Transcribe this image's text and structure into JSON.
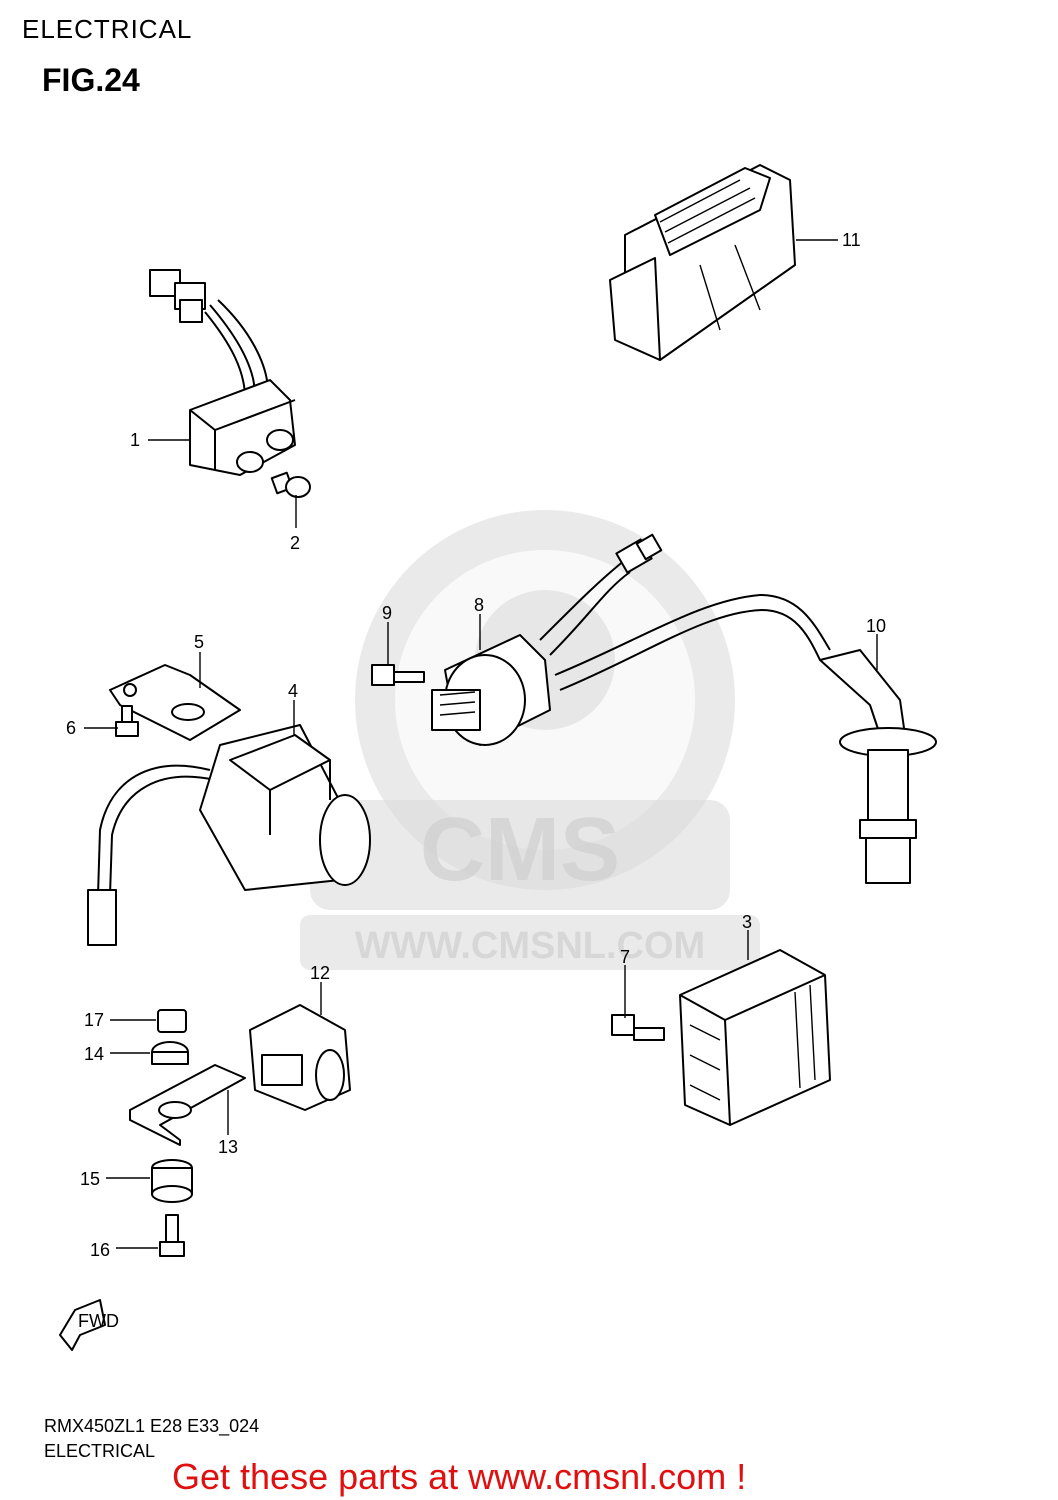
{
  "header": {
    "section_title": "ELECTRICAL",
    "figure_label": "FIG.24"
  },
  "watermark": {
    "brand": "CMS",
    "url": "WWW.CMSNL.COM"
  },
  "callouts": [
    "1",
    "2",
    "3",
    "4",
    "5",
    "6",
    "7",
    "8",
    "9",
    "10",
    "11",
    "12",
    "13",
    "14",
    "15",
    "16",
    "17"
  ],
  "fwd_label": "FWD",
  "footer": {
    "model_code": "RMX450ZL1 E28 E33_024",
    "section": "ELECTRICAL",
    "cta": "Get these parts at www.cmsnl.com !",
    "cta_color": "#e01010"
  }
}
